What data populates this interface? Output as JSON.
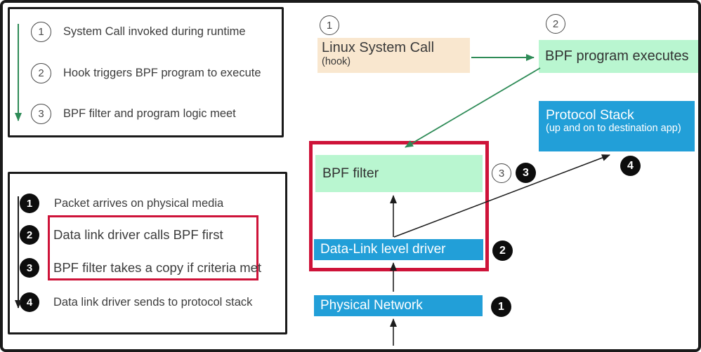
{
  "legend_runtime": {
    "items": [
      {
        "num": "1",
        "text": "System Call invoked during runtime"
      },
      {
        "num": "2",
        "text": "Hook triggers BPF program to execute"
      },
      {
        "num": "3",
        "text": "BPF filter and program logic meet"
      }
    ]
  },
  "legend_packet": {
    "items": [
      {
        "num": "1",
        "text": "Packet arrives on physical media"
      },
      {
        "num": "2",
        "text": "Data link driver calls BPF first"
      },
      {
        "num": "3",
        "text": "BPF filter takes a copy if criteria met"
      },
      {
        "num": "4",
        "text": "Data link driver sends to protocol stack"
      }
    ]
  },
  "diagram": {
    "step1_badge": "1",
    "step2_badge": "2",
    "linux_system_call": {
      "title": "Linux System Call",
      "subtitle": "(hook)"
    },
    "bpf_program": {
      "title": "BPF program executes"
    },
    "protocol_stack": {
      "title": "Protocol Stack",
      "subtitle": "(up and on to destination app)"
    },
    "bpf_filter": {
      "title": "BPF filter"
    },
    "data_link_driver": {
      "title": "Data-Link level driver"
    },
    "physical_network": {
      "title": "Physical Network"
    },
    "badge_outline_3": "3",
    "badge_black_3": "3",
    "badge_black_4": "4",
    "badge_black_2": "2",
    "badge_black_1": "1"
  },
  "colors": {
    "mint_green": "#b9f6d0",
    "blue": "#229fd8",
    "beige": "#f9e7cf",
    "highlight_red": "#ce1339",
    "arrow_green": "#2e8b57",
    "arrow_black": "#1c1c1c"
  }
}
